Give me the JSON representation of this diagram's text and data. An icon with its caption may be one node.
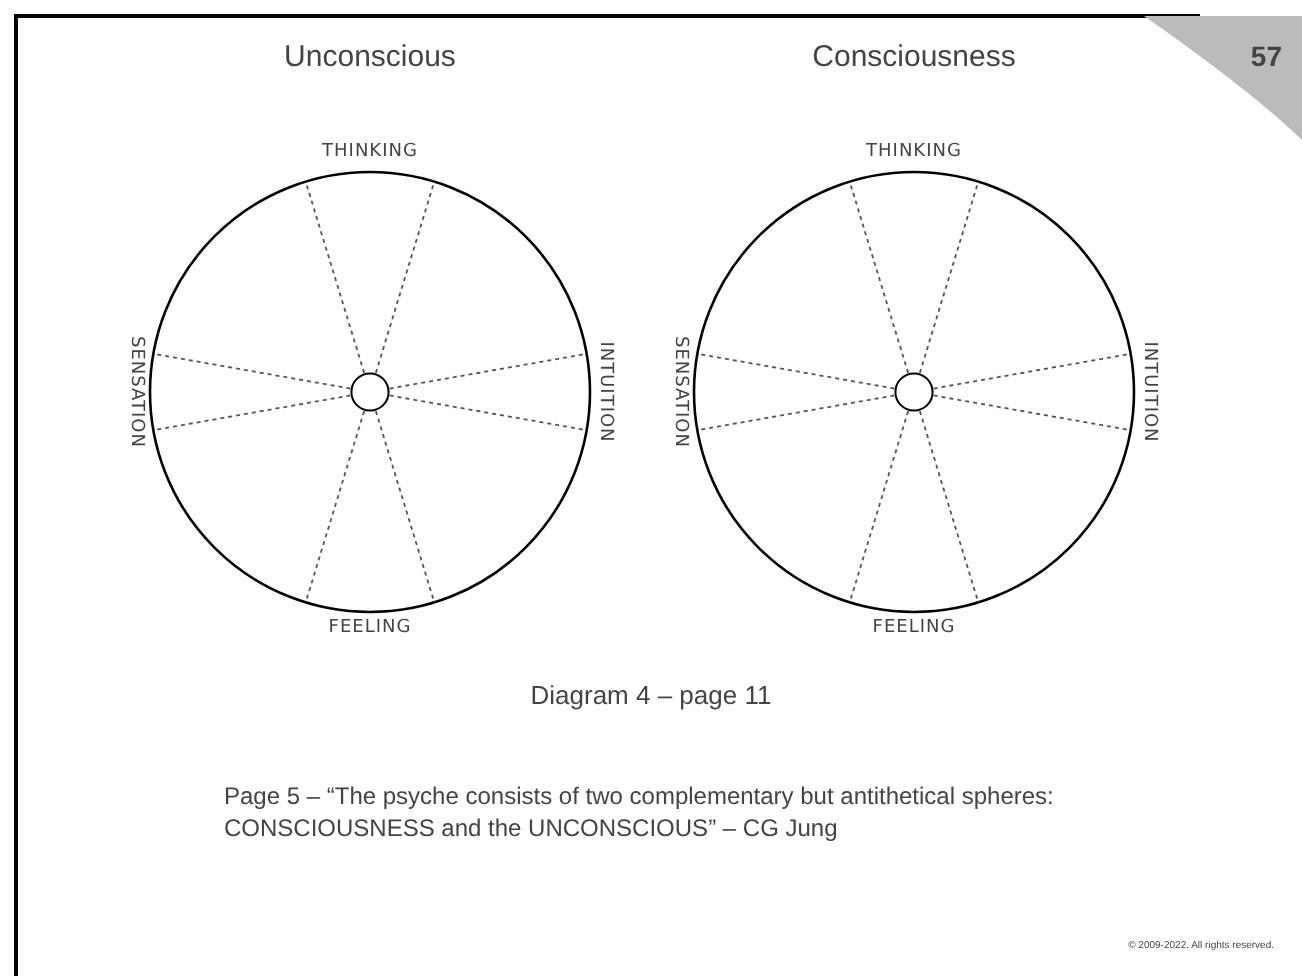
{
  "diagram": {
    "nodes": [
      {
        "text": [
          "Unconscious",
          "THINKING",
          "INTUITION",
          "FEELING",
          "SENSATION"
        ]
      },
      {
        "text": [],
        "shape": "circle",
        "in": 0
      },
      {
        "text": [
          "Consciousness",
          "THINKING",
          "INTUITION",
          "FEELING",
          "SENSATION"
        ]
      },
      {
        "text": [],
        "shape": "circle",
        "in": 2
      }
    ],
    "edges": [],
    "labels": [
      "57",
      "Diagram 4 – page 11",
      "Page 5 – “The psyche consists of two complementary but antithetical spheres: CONSCIOUSNESS and the UNCONSCIOUS” – CG Jung",
      "© 2009-2022. All rights reserved."
    ]
  }
}
